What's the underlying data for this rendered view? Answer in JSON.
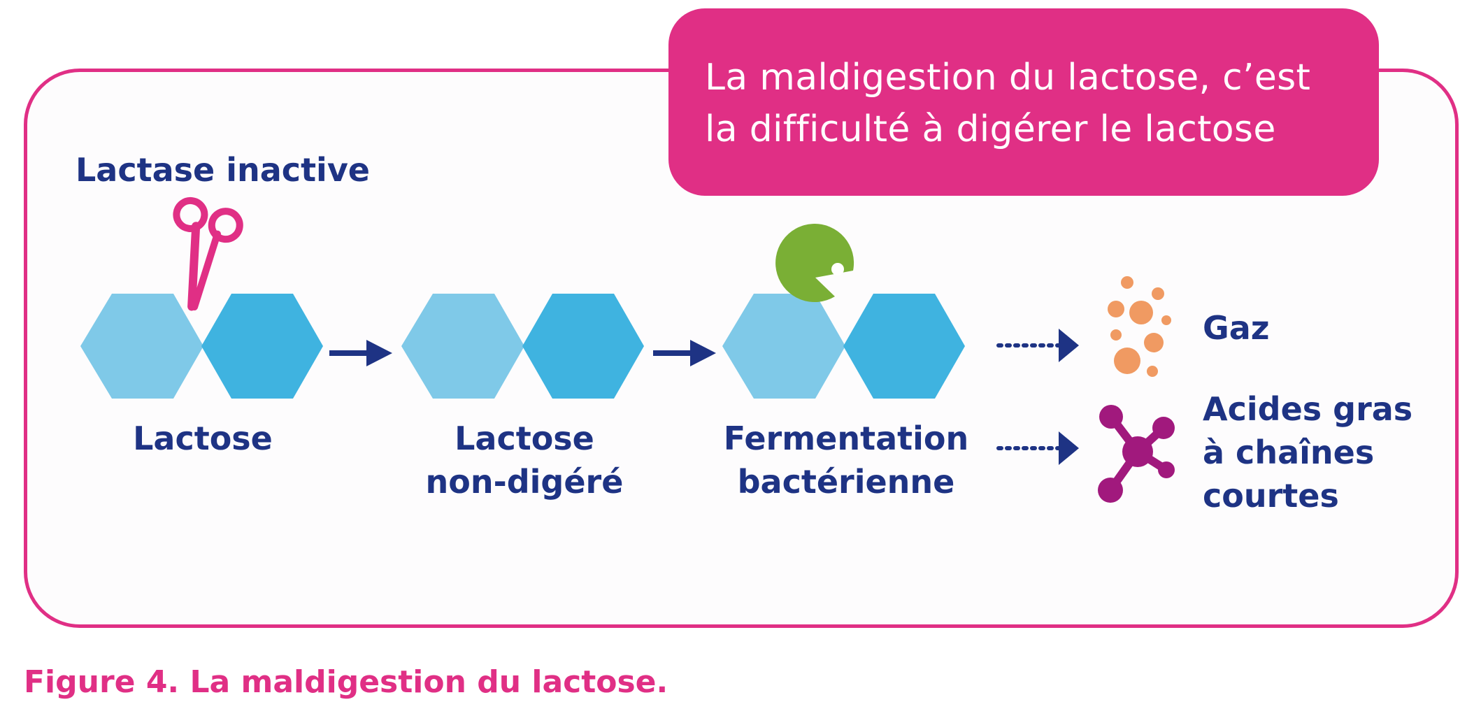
{
  "callout": {
    "line1": "La maldigestion du lactose, c’est",
    "line2": "la difficulté à digérer le lactose"
  },
  "enzyme_label": "Lactase inactive",
  "steps": {
    "lactose": "Lactose",
    "undigested_line1": "Lactose",
    "undigested_line2": "non-digéré",
    "fermentation_line1": "Fermentation",
    "fermentation_line2": "bactérienne"
  },
  "products": {
    "gas": "Gaz",
    "scfa_line1": "Acides gras",
    "scfa_line2": "à chaînes",
    "scfa_line3": "courtes"
  },
  "caption": "Figure 4. La maldigestion du lactose.",
  "colors": {
    "brand_pink": "#e02f85",
    "navy": "#1e3384",
    "hex_light": "#7fc9e8",
    "hex_dark": "#3fb3e0",
    "bacteria_green": "#7aaf35",
    "gas_orange": "#f09a62",
    "molecule_purple": "#a1197d"
  },
  "icons": [
    "scissors-icon",
    "bacteria-pacman-icon",
    "gas-bubbles-icon",
    "molecule-icon",
    "arrow-icon",
    "dotted-arrow-icon"
  ]
}
